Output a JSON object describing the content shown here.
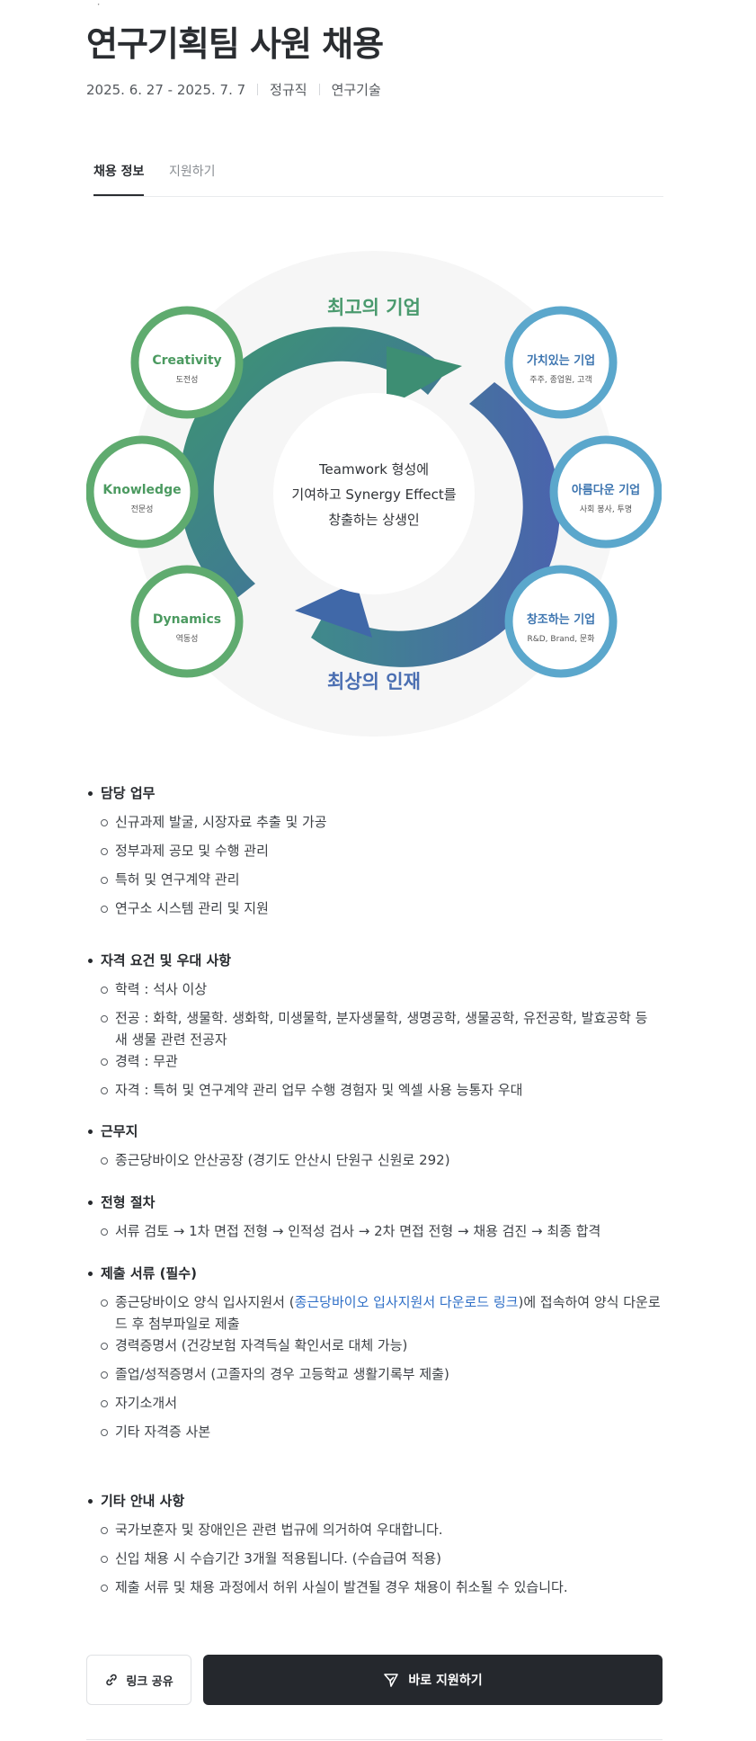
{
  "header": {
    "title": "연구기획팀 사원 채용",
    "period": "2025. 6. 27 - 2025. 7. 7",
    "employment_type": "정규직",
    "job_category": "연구기술"
  },
  "tabs": [
    {
      "label": "채용 정보",
      "active": true
    },
    {
      "label": "지원하기",
      "active": false
    }
  ],
  "diagram": {
    "top_label": "최고의 기업",
    "bottom_label": "최상의 인재",
    "center_lines": [
      "Teamwork 형성에",
      "기여하고 Synergy Effect를",
      "창출하는 상생인"
    ],
    "left_circles": [
      {
        "title": "Creativity",
        "subtitle": "도전성"
      },
      {
        "title": "Knowledge",
        "subtitle": "전문성"
      },
      {
        "title": "Dynamics",
        "subtitle": "역동성"
      }
    ],
    "right_circles": [
      {
        "title": "가치있는 기업",
        "subtitle": "주주, 종업원, 고객"
      },
      {
        "title": "아름다운 기업",
        "subtitle": "사회 봉사, 투명"
      },
      {
        "title": "창조하는 기업",
        "subtitle": "R&D, Brand, 문화"
      }
    ],
    "colors": {
      "green": "#5fab6f",
      "blue": "#5ba7cc",
      "arrow_green": "#3f8e72",
      "arrow_blue": "#4a6fae",
      "bg_circle": "#f6f6f6"
    }
  },
  "sections": {
    "duties": {
      "title": "담당 업무",
      "items": [
        "신규과제 발굴, 시장자료 추출 및 가공",
        "정부과제 공모 및 수행 관리",
        "특허 및 연구계약 관리",
        "연구소 시스템 관리 및 지원"
      ]
    },
    "quals": {
      "title": "자격 요건 및 우대 사항",
      "items": [
        "학력 : 석사 이상",
        "전공 : 화학, 생물학. 생화학, 미생물학, 분자생물학, 생명공학, 생물공학, 유전공학, 발효공학 등 새 생물 관련 전공자",
        "경력 : 무관",
        "자격 : 특허 및 연구계약 관리 업무 수행 경험자 및 엑셀 사용 능통자 우대"
      ]
    },
    "location": {
      "title": "근무지",
      "items": [
        "종근당바이오 안산공장 (경기도 안산시 단원구 신원로 292)"
      ]
    },
    "process": {
      "title": "전형 절차",
      "items": [
        "서류 검토 → 1차 면접 전형 → 인적성 검사 → 2차 면접 전형 → 채용 검진 → 최종 합격"
      ]
    },
    "docs": {
      "title": "제출 서류 (필수)",
      "first_prefix": "종근당바이오 양식 입사지원서 (",
      "first_link": "종근당바이오 입사지원서 다운로드 링크",
      "first_suffix": ")에 접속하여 양식 다운로드 후 첨부파일로 제출",
      "items": [
        "경력증명서 (건강보험 자격득실 확인서로 대체 가능)",
        "졸업/성적증명서 (고졸자의 경우 고등학교 생활기록부 제출)",
        "자기소개서",
        "기타 자격증 사본"
      ]
    },
    "notes": {
      "title": "기타 안내 사항",
      "items": [
        "국가보훈자 및 장애인은 관련 법규에 의거하여 우대합니다.",
        "신입 채용 시 수습기간 3개월 적용됩니다. (수습급여 적용)",
        "제출 서류 및 채용 과정에서 허위 사실이 발견될 경우 채용이 취소될 수 있습니다."
      ]
    }
  },
  "actions": {
    "share_label": "링크 공유",
    "apply_label": "바로 지원하기"
  }
}
